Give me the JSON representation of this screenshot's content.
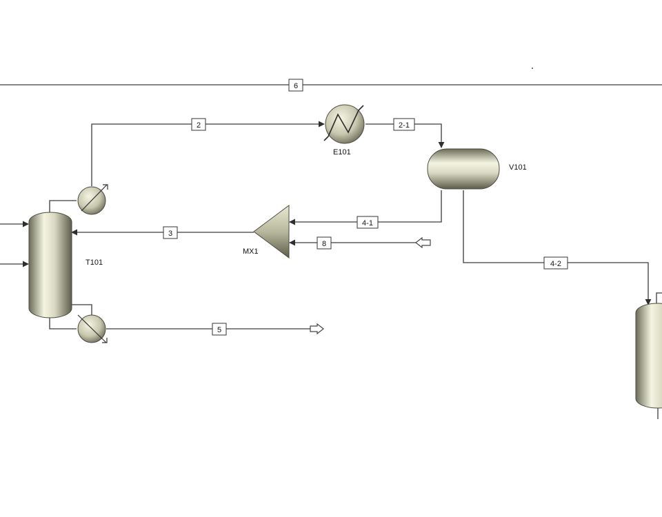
{
  "flowsheet": {
    "units": {
      "column_main": "T101",
      "exchanger": "E101",
      "drum": "V101",
      "mixer": "MX1"
    },
    "streams": {
      "s2": "2",
      "s2_1": "2-1",
      "s3": "3",
      "s4_1": "4-1",
      "s4_2": "4-2",
      "s5": "5",
      "s6": "6",
      "s8": "8"
    }
  },
  "colors": {
    "line": "#3a3a3a",
    "equipment_light": "#f4f4e2",
    "equipment_dark": "#6b6b58"
  }
}
